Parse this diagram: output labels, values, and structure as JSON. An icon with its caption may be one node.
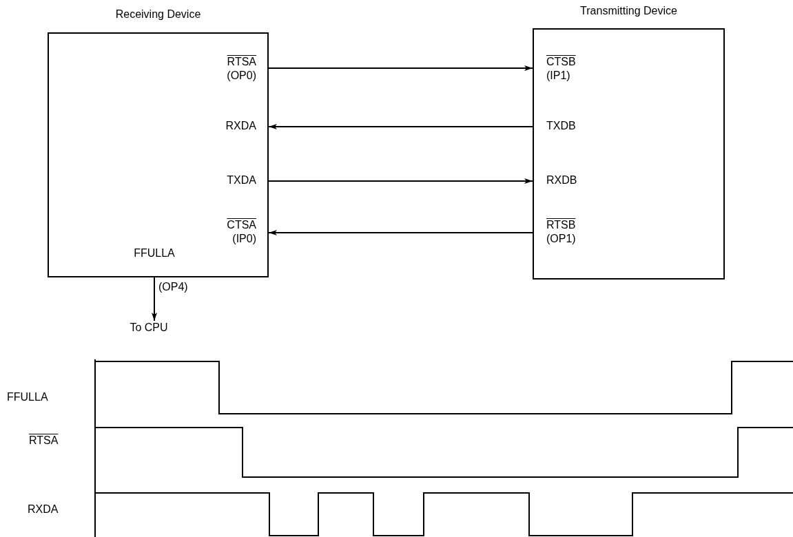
{
  "diagram": {
    "nodes": [
      {
        "text": [
          "Receiving Device"
        ]
      },
      {
        "text": [
          "RTSA",
          "(OP0)"
        ],
        "in": 0
      },
      {
        "text": [
          "RXDA"
        ],
        "in": 0
      },
      {
        "text": [
          "TXDA"
        ],
        "in": 0
      },
      {
        "text": [
          "CTSA",
          "(IP0)"
        ],
        "in": 0
      },
      {
        "text": [
          "FFULLA"
        ],
        "in": 0
      },
      {
        "text": [
          "Transmitting Device"
        ]
      },
      {
        "text": [
          "CTSB",
          "(IP1)"
        ],
        "in": 6
      },
      {
        "text": [
          "TXDB"
        ],
        "in": 6
      },
      {
        "text": [
          "RXDB"
        ],
        "in": 6
      },
      {
        "text": [
          "RTSB",
          "(OP1)"
        ],
        "in": 6
      },
      {
        "text": [
          "To CPU"
        ]
      }
    ],
    "edges": [
      {
        "from": 1,
        "to": 7,
        "arrow": "to"
      },
      {
        "from": 8,
        "to": 2,
        "arrow": "to"
      },
      {
        "from": 3,
        "to": 9,
        "arrow": "to"
      },
      {
        "from": 10,
        "to": 4,
        "arrow": "to"
      },
      {
        "from": 5,
        "to": 11,
        "arrow": "to",
        "label": "(OP4)"
      }
    ],
    "labels": [
      "FFULLA",
      "RTSA",
      "RXDA"
    ]
  }
}
